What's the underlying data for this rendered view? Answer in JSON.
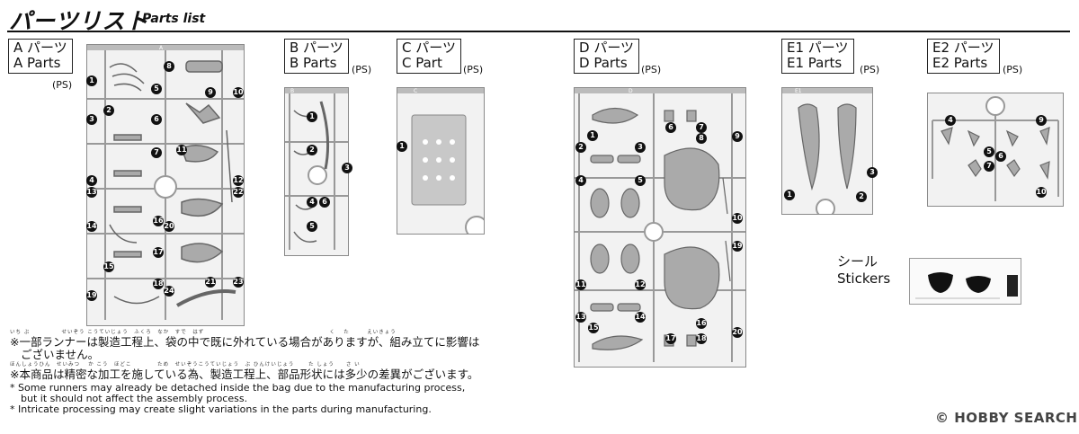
{
  "header": {
    "title_jp": "パーツリスト",
    "title_en": "Parts list"
  },
  "panels": [
    {
      "id": "A",
      "line1": "A パーツ",
      "line2": "A Parts",
      "material": "(PS)",
      "numbers": [
        "1",
        "2",
        "3",
        "4",
        "5",
        "6",
        "7",
        "8",
        "9",
        "10",
        "11",
        "12",
        "13",
        "14",
        "15",
        "16",
        "17",
        "18",
        "19",
        "20",
        "21",
        "22",
        "23",
        "24"
      ]
    },
    {
      "id": "B",
      "line1": "B パーツ",
      "line2": "B Parts",
      "material": "(PS)",
      "numbers": [
        "1",
        "2",
        "3",
        "4",
        "5",
        "6"
      ]
    },
    {
      "id": "C",
      "line1": "C パーツ",
      "line2": "C Part",
      "material": "(PS)",
      "numbers": [
        "1"
      ]
    },
    {
      "id": "D",
      "line1": "D パーツ",
      "line2": "D Parts",
      "material": "(PS)",
      "numbers": [
        "1",
        "2",
        "3",
        "4",
        "5",
        "6",
        "7",
        "8",
        "9",
        "10",
        "11",
        "12",
        "13",
        "14",
        "15",
        "16",
        "17",
        "18",
        "19",
        "20"
      ]
    },
    {
      "id": "E1",
      "line1": "E1 パーツ",
      "line2": "E1 Parts",
      "material": "(PS)",
      "numbers": [
        "1",
        "2",
        "3"
      ]
    },
    {
      "id": "E2",
      "line1": "E2 パーツ",
      "line2": "E2 Parts",
      "material": "(PS)",
      "numbers": [
        "4",
        "5",
        "6",
        "7",
        "9",
        "10"
      ]
    }
  ],
  "runner_tags": {
    "A": "A",
    "B": "B",
    "C": "C",
    "D": "D",
    "E1": "E1"
  },
  "stickers": {
    "label_jp": "シール",
    "label_en": "Stickers"
  },
  "notes": {
    "ruby1": "いち ぶ　　　　　 せいぞう こうていじょう　ふくろ　なか　すで　はず　　　　　　　　　　　　　　　　　　　　　 く　 た　　　えいきょう",
    "jp1": "※一部ランナーは製造工程上、袋の中で既に外れている場合がありますが、組み立てに影響は",
    "jp1b": "ございません。",
    "ruby2": "ほんしょうひん　せいみつ　 か こう　ほどこ　　　　 ため　せいぞうこうていじょう　ぶ ひんけいじょう　　 た しょう　　さ い",
    "jp2": "※本商品は精密な加工を施している為、製造工程上、部品形状には多少の差異がございます。",
    "en1": "* Some runners may already be detached inside the bag due to the manufacturing process,",
    "en1b": "but it should not affect the assembly process.",
    "en2": "* Intricate processing may create slight variations in the parts during manufacturing."
  },
  "watermark": "© HOBBY SEARCH"
}
